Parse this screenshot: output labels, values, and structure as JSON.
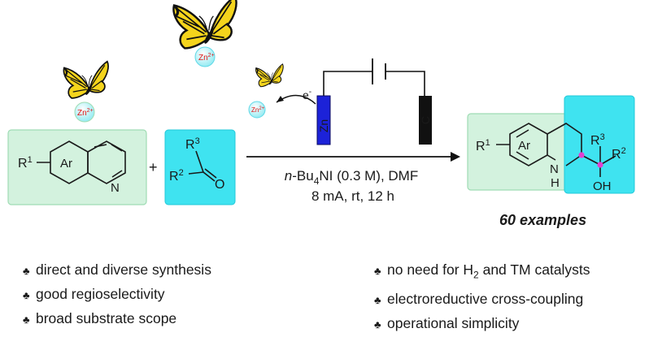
{
  "title": "Electroreductive cross-coupling of quinolines with ketones",
  "reactant1": {
    "r_label": "R",
    "r_sup": "1",
    "ring_label": "Ar",
    "n_label": "N"
  },
  "plus": "+",
  "reactant2": {
    "r3": "R",
    "r3_sup": "3",
    "r2": "R",
    "r2_sup": "2",
    "o_label": "O"
  },
  "product": {
    "r1": "R",
    "r1_sup": "1",
    "ring_label": "Ar",
    "r3": "R",
    "r3_sup": "3",
    "r2": "R",
    "r2_sup": "2",
    "nh_n": "N",
    "nh_h": "H",
    "oh": "OH"
  },
  "cell": {
    "zn_electrode": "Zn",
    "c_electrode": "C",
    "electron": "e",
    "electron_sup": "-"
  },
  "ions": {
    "zn_large": "Zn",
    "zn_large_sup": "2+",
    "zn_mid": "Zn",
    "zn_mid_sup": "2+",
    "zn_small": "Zn",
    "zn_small_sup": "2+"
  },
  "conditions": {
    "line1_italic": "n",
    "line1_a": "-Bu",
    "line1_sub": "4",
    "line1_b": "NI (0.3 M), DMF",
    "line2": "8 mA, rt, 12 h"
  },
  "examples": "60 examples",
  "features_left": [
    "direct and diverse synthesis",
    "good regioselectivity",
    "broad substrate scope"
  ],
  "features_right": [
    {
      "pre": "no need for H",
      "sub": "2",
      "post": " and TM catalysts"
    },
    {
      "pre": "electroreductive cross-coupling",
      "sub": "",
      "post": ""
    },
    {
      "pre": "operational simplicity",
      "sub": "",
      "post": ""
    }
  ],
  "bullet_symbol": "♣",
  "colors": {
    "green_box": "#d3f2de",
    "green_border": "#9fdcb4",
    "cyan_box": "#3fe3f0",
    "zn_electrode": "#1c22d8",
    "c_electrode": "#111111",
    "c_label": "#22c4ff",
    "butterfly_yellow": "#f4d41c",
    "zn_ion_fill": "#aef2f7",
    "zn_ion_text": "#e01414",
    "pink_dot": "#e23fd0"
  }
}
